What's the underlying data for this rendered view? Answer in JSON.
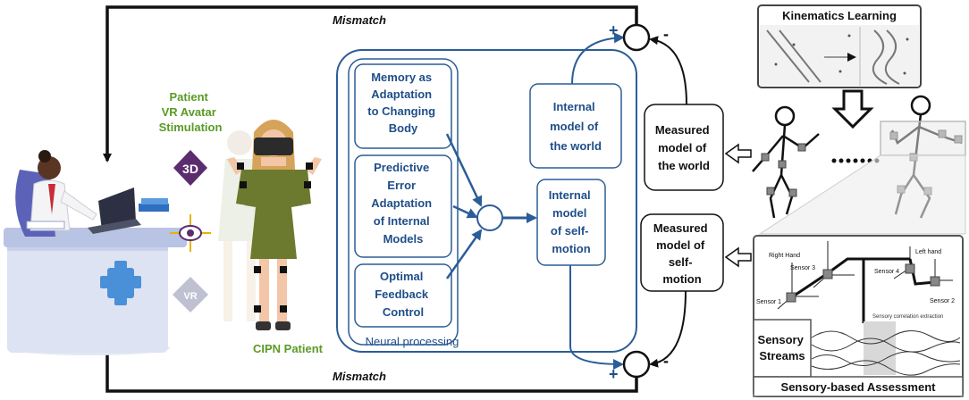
{
  "mismatch_top": "Mismatch",
  "mismatch_bottom": "Mismatch",
  "patient_label": [
    "Patient",
    "VR Avatar",
    "Stimulation"
  ],
  "cipn_patient": "CIPN Patient",
  "badge_3d": "3D",
  "badge_vr": "VR",
  "neural_processing": "Neural processing",
  "boxes": {
    "memory": [
      "Memory as",
      "Adaptation",
      "to Changing",
      "Body"
    ],
    "predictive": [
      "Predictive",
      "Error",
      "Adaptation",
      "of Internal",
      "Models"
    ],
    "optimal": [
      "Optimal",
      "Feedback",
      "Control"
    ],
    "internal_world": [
      "Internal",
      "model of",
      "the world"
    ],
    "internal_self": [
      "Internal",
      "model",
      "of self-",
      "motion"
    ]
  },
  "measured_world": [
    "Measured",
    "model of",
    "the world"
  ],
  "measured_self": [
    "Measured",
    "model of",
    "self-",
    "motion"
  ],
  "plus_sign": "+",
  "minus_sign": "-",
  "kinematics_title": "Kinematics Learning",
  "sensor_labels": {
    "right_hand": "Right Hand",
    "left_hand": "Left hand",
    "sensor1": "Sensor 1",
    "sensor2": "Sensor 2",
    "sensor3": "Sensor 3",
    "sensor4": "Sensor 4",
    "correlation": "Sensory correlation extraction"
  },
  "sensory_streams": [
    "Sensory",
    "Streams"
  ],
  "sensory_assessment": "Sensory-based Assessment"
}
